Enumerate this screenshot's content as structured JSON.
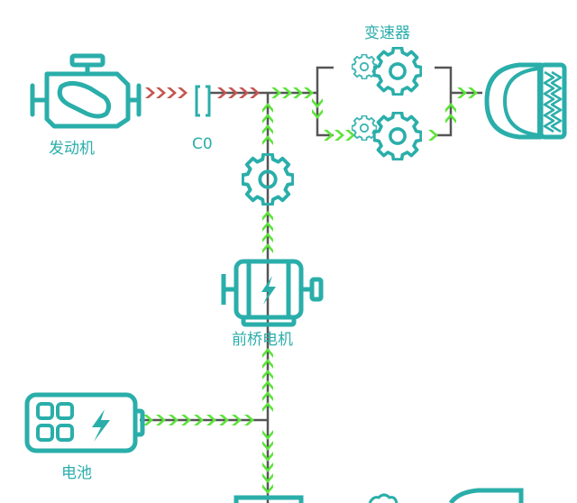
{
  "labels": {
    "engine": "发动机",
    "clutch": "C0",
    "transmission": "变速器",
    "front_motor": "前桥电机",
    "battery": "电池"
  },
  "colors": {
    "teal": "#2aaeaa",
    "red_chevron": "#c45550",
    "green_chevron": "#5ce43a",
    "line_gray": "#555555",
    "text": "#2aaeaa"
  },
  "icons": {
    "engine": "engine-icon",
    "clutch": "clutch-icon",
    "transmission": "gear-pair-icon",
    "wheel": "wheel-tire-icon",
    "front_gear": "gear-icon",
    "front_motor": "electric-motor-icon",
    "battery": "battery-icon"
  }
}
